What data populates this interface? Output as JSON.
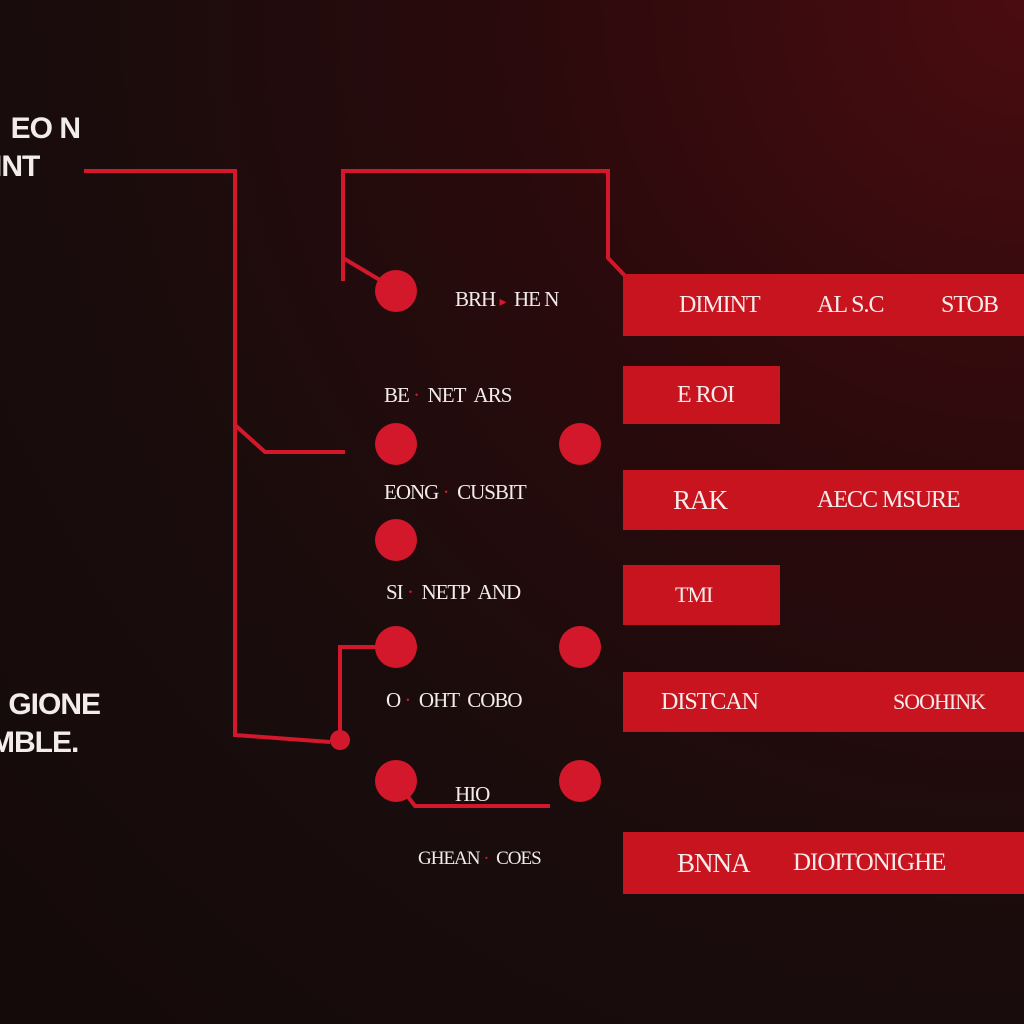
{
  "colors": {
    "accent": "#c8141f",
    "background": "#1a0c0c",
    "text": "#f2ecec"
  },
  "side_labels": {
    "top": [
      "EO N",
      "INT"
    ],
    "bottom": [
      "GIONE",
      "MBLE."
    ]
  },
  "rows": [
    {
      "label_a": "BRH",
      "sep": "▸",
      "label_b": "HE",
      "label_c": "N",
      "bar_texts": [
        "DIMINT",
        "AL S.C",
        "STOB"
      ]
    },
    {
      "label_a": "BE",
      "sep": "·",
      "label_b": "NET",
      "label_c": "ARS",
      "bar_texts": [
        "E ROI"
      ]
    },
    {
      "label_a": "EONG",
      "sep": "·",
      "label_b": "CUSBIT",
      "label_c": "",
      "bar_texts": [
        "RAK",
        "AECC MSURE"
      ]
    },
    {
      "label_a": "SI",
      "sep": "·",
      "label_b": "NETP",
      "label_c": "AND",
      "bar_texts": [
        "TMI"
      ]
    },
    {
      "label_a": "O",
      "sep": "·",
      "label_b": "OHT",
      "label_c": "COBO",
      "bar_texts": [
        "DISTCAN",
        "SOOHINK"
      ]
    },
    {
      "label_a": "",
      "sep": "",
      "label_b": "HIO",
      "label_c": "",
      "bar_texts": []
    },
    {
      "label_a": "GHEAN",
      "sep": "·",
      "label_b": "COES",
      "label_c": "",
      "bar_texts": [
        "BNNA",
        "DIOITONIGHE"
      ]
    }
  ]
}
